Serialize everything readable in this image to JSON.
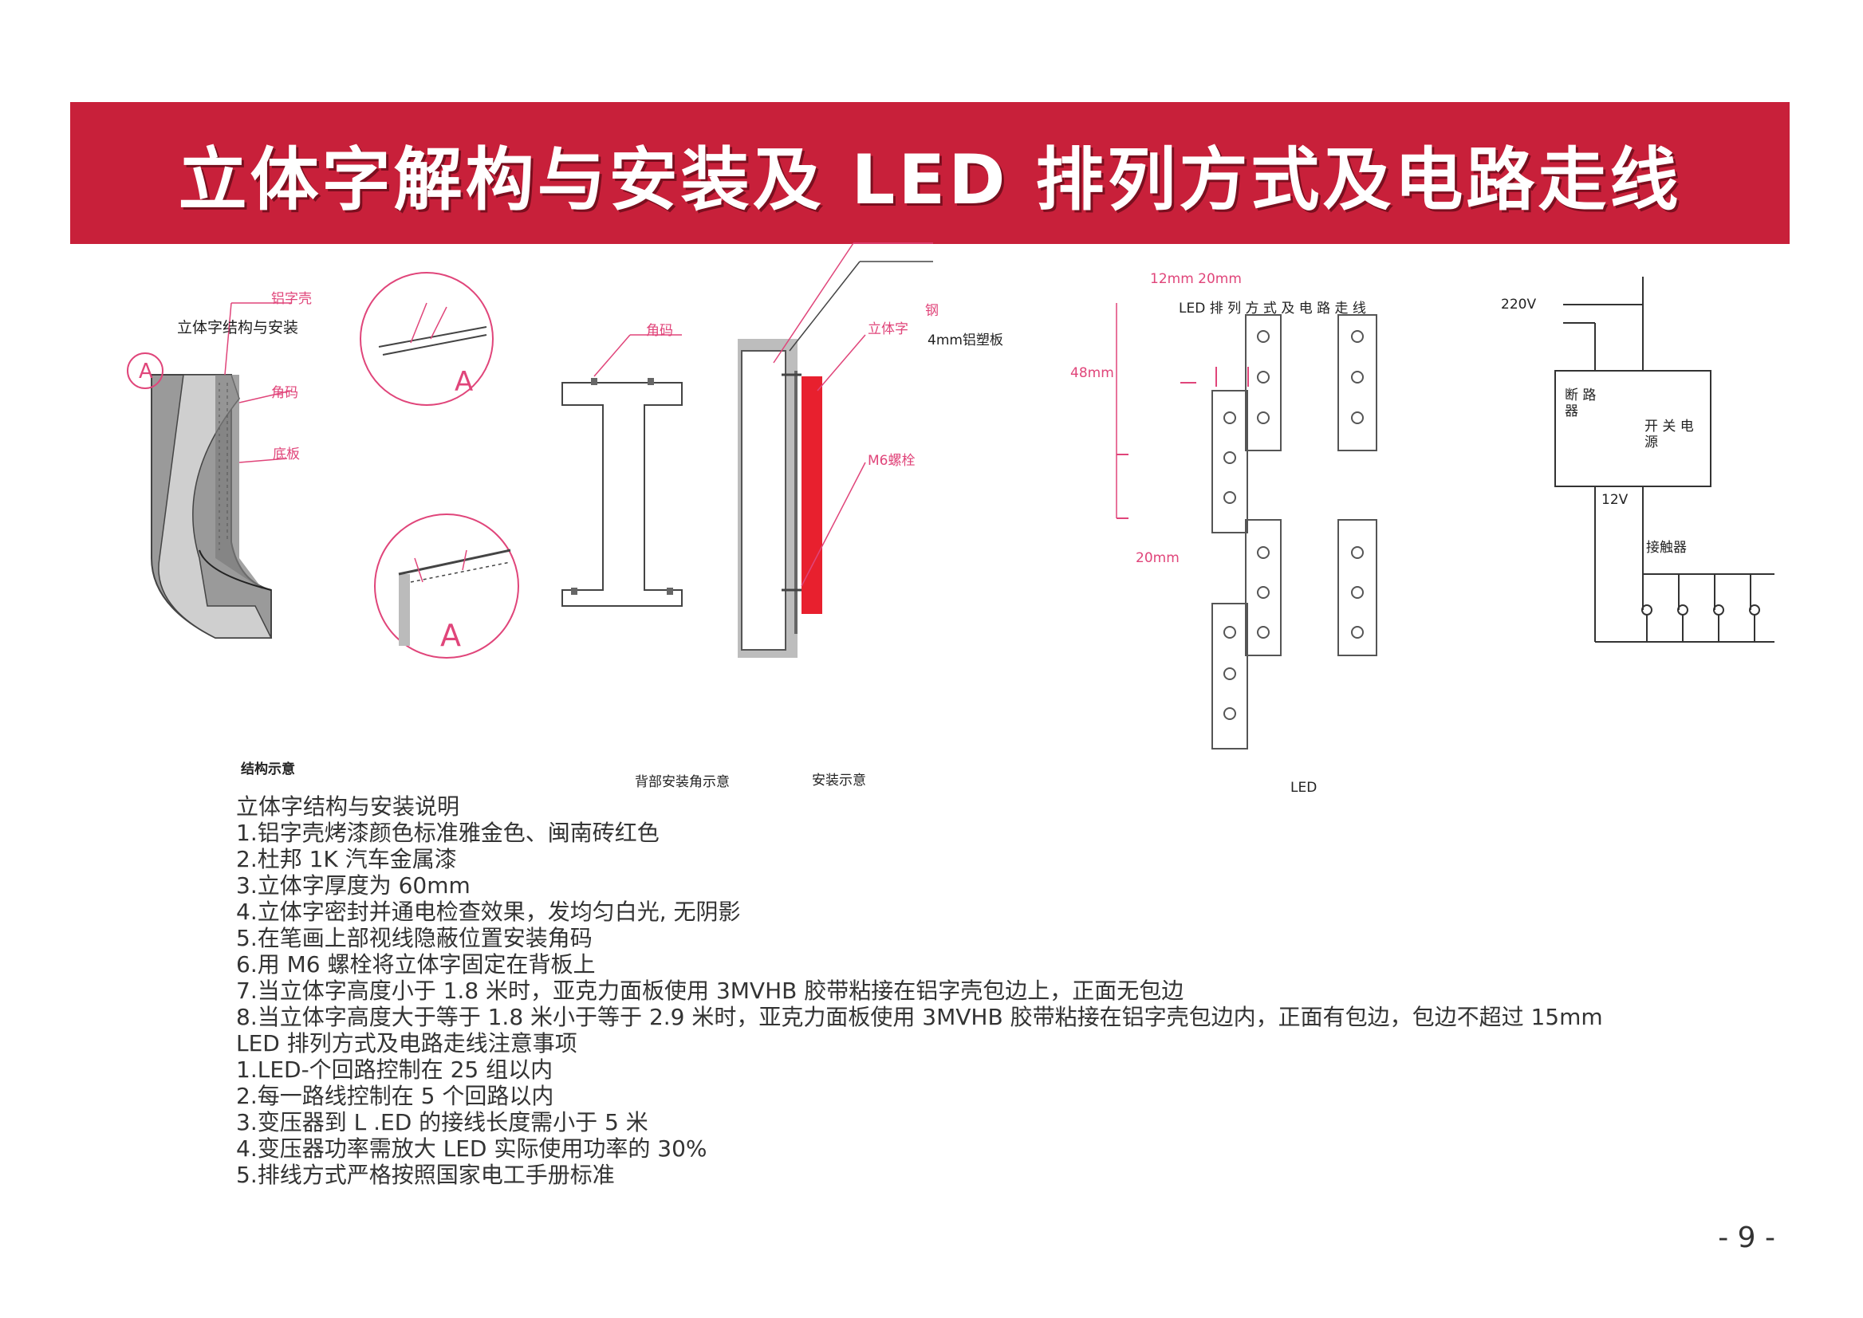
{
  "title": "立体字解构与安装及 LED 排列方式及电路走线",
  "structure": {
    "heading": "立体字结构与安装",
    "label_shell": "铝字壳",
    "label_corner_code": "角码",
    "label_backplate": "底板",
    "marker": "A",
    "caption": "结构示意"
  },
  "back_mount": {
    "label_corner_code": "角码",
    "caption": "背部安装角示意"
  },
  "install": {
    "label_steel": "钢",
    "label_letter": "立体字",
    "label_panel": "4mm铝塑板",
    "label_bolt": "M6螺栓",
    "caption": "安装示意"
  },
  "led": {
    "heading": "LED 排 列 方 式 及 电 路 走 线",
    "dim_top": "12mm  20mm",
    "dim_48": "48mm",
    "dim_20": "20mm",
    "caption": "LED"
  },
  "circuit": {
    "v220": "220V",
    "breaker": "断 路 器",
    "power": "开 关 电 源",
    "v12": "12V",
    "contactor": "接触器"
  },
  "notes": {
    "h1": "立体字结构与安装说明",
    "items1": [
      "1.铝字壳烤漆颜色标准雅金色、闽南砖红色",
      "2.杜邦 1K 汽车金属漆",
      "3.立体字厚度为 60mm",
      "4.立体字密封并通电检查效果，发均匀白光, 无阴影",
      "5.在笔画上部视线隐蔽位置安装角码",
      "6.用 M6 螺栓将立体字固定在背板上",
      "7.当立体字高度小于 1.8 米时，亚克力面板使用 3MVHB 胶带粘接在铝字壳包边上，正面无包边",
      "8.当立体字高度大于等于 1.8 米小于等于 2.9 米时，亚克力面板使用 3MVHB 胶带粘接在铝字壳包边内，正面有包边，包边不超过 15mm"
    ],
    "h2": "LED 排列方式及电路走线注意事项",
    "items2": [
      "1.LED-个回路控制在 25 组以内",
      "2.每一路线控制在 5 个回路以内",
      "3.变压器到 L .ED 的接线长度需小于 5 米",
      "4.变压器功率需放大 LED 实际使用功率的 30%",
      "5.排线方式严格按照国家电工手册标准"
    ]
  },
  "page_number": "- 9 -",
  "colors": {
    "banner": "#c8203a",
    "accent": "#e0457a",
    "install_bar": "#e8202e"
  }
}
